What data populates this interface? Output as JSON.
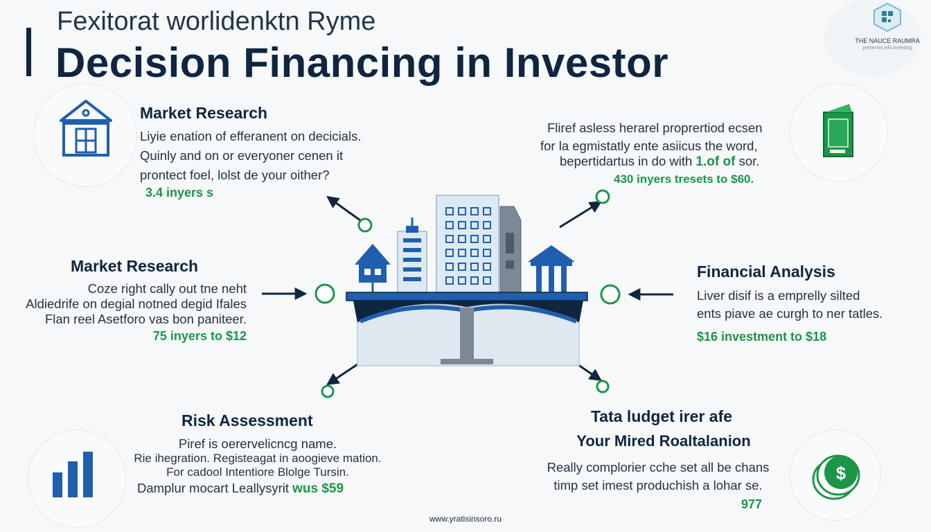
{
  "header": {
    "supertitle": "Fexitorat worlidenktn Ryme",
    "title": "Decision Financing in Investor"
  },
  "logo": {
    "name": "THE NAUCE RAUMRA",
    "tagline": "presentia info investing"
  },
  "sections": {
    "top_left": {
      "title": "Market Research",
      "lines": [
        "Liyie enation of efferanent on decicials.",
        "Quinly and on or everyoner cenen it",
        "prontect foel, lolst de your oither?"
      ],
      "stat": "3.4 inyers s"
    },
    "top_right": {
      "lines": [
        "Fliref asless herarel proprertiod ecsen",
        "for la egmistatly ente asiicus the word,",
        "bepertidartus in do with"
      ],
      "inline_highlight": "1.of of",
      "line_end": "sor.",
      "stat": "430 inyers tresets to $60."
    },
    "mid_left": {
      "title": "Market Research",
      "lines": [
        "Coze right cally out tne neht",
        "Aldiedrife on degial notned degid Ifales",
        "Flan reel Asetforo vas bon paniteer."
      ],
      "stat": "75 inyers to $12"
    },
    "mid_right": {
      "title": "Financial Analysis",
      "lines": [
        "Liver disif is a emprelly silted",
        "ents piave ae curgh to ner tatles."
      ],
      "stat": "$16 investment to $18"
    },
    "bottom_left": {
      "title": "Risk Assessment",
      "lines": [
        "Piref is oerervelicncg name.",
        "Rie ihegration. Registeagat in aoogieve mation.",
        "For cadool Intentiore Blolge Tursin."
      ],
      "last_line": "Damplur mocart Leallysyrit",
      "stat": "wus $59"
    },
    "bottom_right": {
      "title": "Tata ludget irer afe",
      "subtitle": "Your Mired Roaltalanion",
      "lines": [
        "Really complorier cche set all be chans",
        "timp set imest produchish a lohar se."
      ],
      "stat": "977"
    }
  },
  "icons": {
    "top_left": "bank-building-icon",
    "top_right": "green-folder-icon",
    "bottom_left": "bar-chart-icon",
    "bottom_right": "coin-stack-icon",
    "center": "city-bridge-illustration"
  },
  "colors": {
    "navy": "#0f2540",
    "blue": "#1f5fae",
    "green": "#1a9646"
  },
  "footer": {
    "url": "www.yratisinsoro.ru"
  }
}
